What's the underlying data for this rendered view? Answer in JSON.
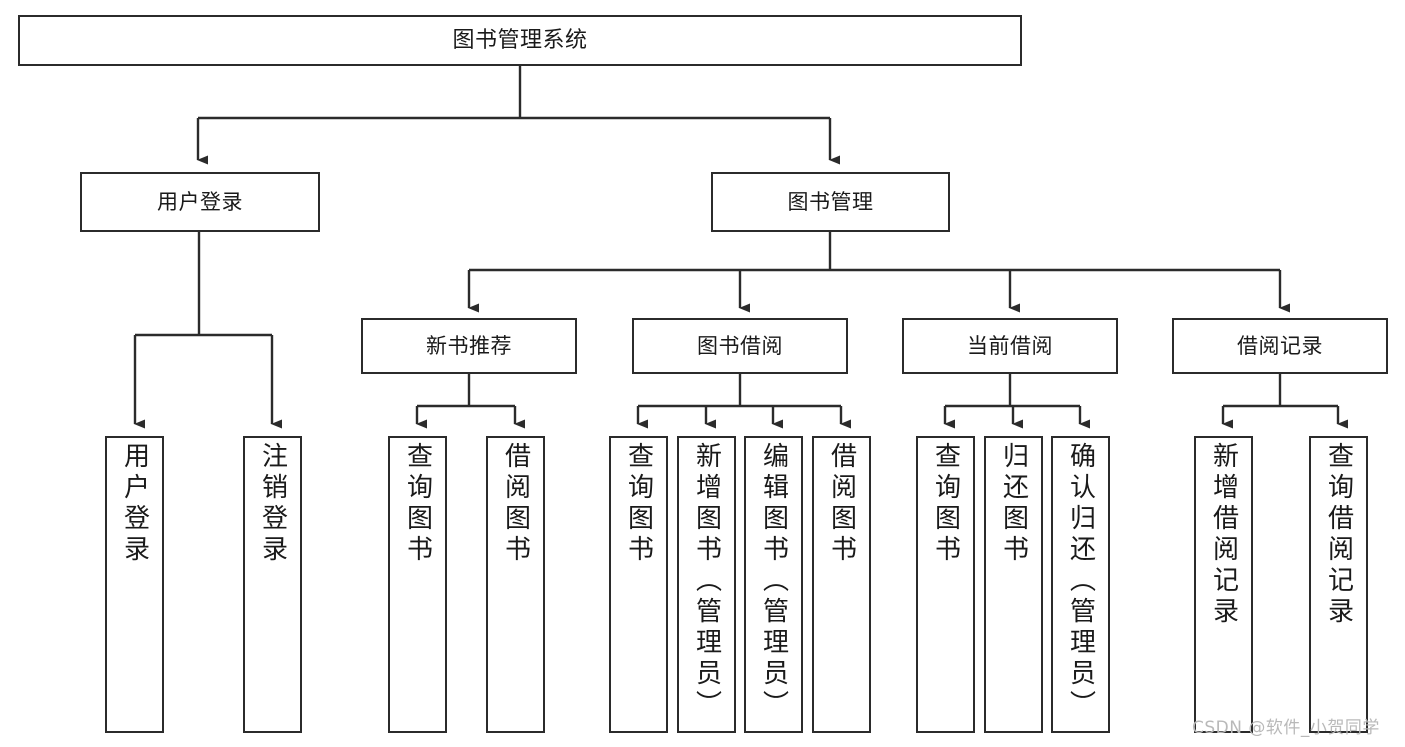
{
  "diagram": {
    "type": "tree-hierarchy",
    "title": "图书管理系统",
    "orientation": "top-down",
    "colors": {
      "stroke": "#2b2b2b",
      "fill": "#ffffff",
      "text": "#1a1a1a",
      "watermark": "#b9b9b9",
      "background": "#ffffff"
    }
  },
  "root": {
    "label": "图书管理系统"
  },
  "level1": [
    {
      "label": "用户登录"
    },
    {
      "label": "图书管理"
    }
  ],
  "level2": [
    {
      "label": "新书推荐"
    },
    {
      "label": "图书借阅"
    },
    {
      "label": "当前借阅"
    },
    {
      "label": "借阅记录"
    }
  ],
  "leaves": {
    "user_login": [
      {
        "label": "用户登录"
      },
      {
        "label": "注销登录"
      }
    ],
    "new_book": [
      {
        "label": "查询图书"
      },
      {
        "label": "借阅图书"
      }
    ],
    "book_borrow": [
      {
        "label": "查询图书"
      },
      {
        "label": "新增图书（管理员）"
      },
      {
        "label": "编辑图书（管理员）"
      },
      {
        "label": "借阅图书"
      }
    ],
    "current_borrow": [
      {
        "label": "查询图书"
      },
      {
        "label": "归还图书"
      },
      {
        "label": "确认归还（管理员）"
      }
    ],
    "borrow_record": [
      {
        "label": "新增借阅记录"
      },
      {
        "label": "查询借阅记录"
      }
    ]
  },
  "watermark": {
    "text": "CSDN @软件_小贺同学"
  }
}
